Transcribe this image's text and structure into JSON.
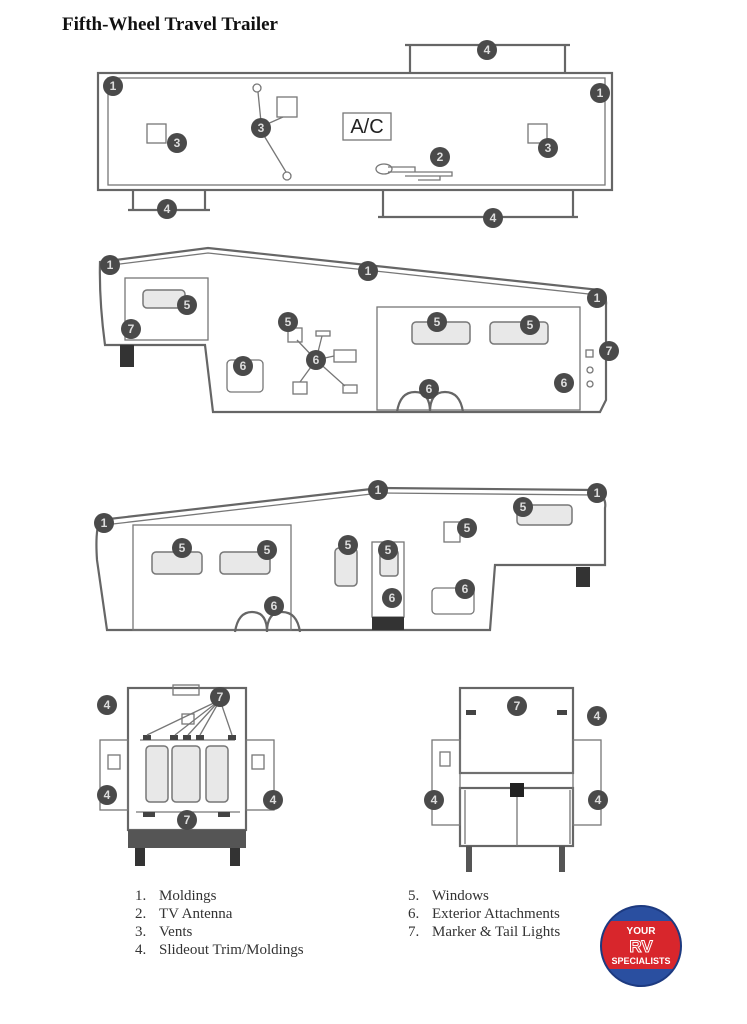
{
  "title": "Fifth-Wheel Travel Trailer",
  "ac_label": "A/C",
  "legend": [
    {
      "number": "1",
      "label": "Moldings"
    },
    {
      "number": "2",
      "label": "TV Antenna"
    },
    {
      "number": "3",
      "label": "Vents"
    },
    {
      "number": "4",
      "label": "Slideout Trim/Moldings"
    },
    {
      "number": "5",
      "label": "Windows"
    },
    {
      "number": "6",
      "label": "Exterior Attachments"
    },
    {
      "number": "7",
      "label": "Marker & Tail Lights"
    }
  ],
  "logo": {
    "top": "YOUR",
    "middle": "RV",
    "bottom": "SPECIALISTS"
  },
  "colors": {
    "logo_red": "#d8262c",
    "logo_blue": "#2a4fa0",
    "callout": "#4a4a4a"
  }
}
